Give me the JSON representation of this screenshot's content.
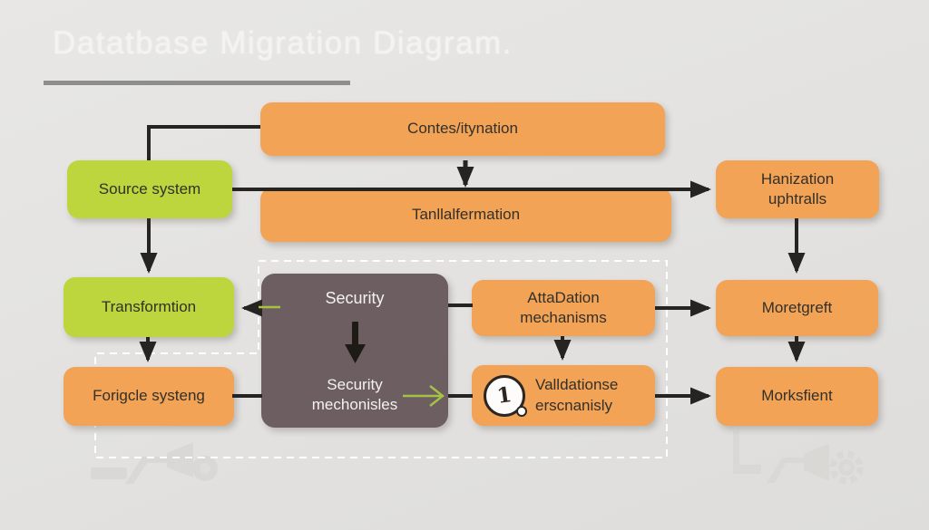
{
  "title": "Datatbase Migration Diagram.",
  "colors": {
    "background_light": "#e8e7e5",
    "background_dark": "#dedddb",
    "orange": "#f2a355",
    "green": "#bdd63e",
    "dark": "#6c5e61",
    "arrow": "#262420",
    "green_arrow": "#a5c245",
    "title_text": "#f4f3f1",
    "underline": "#8e8e8c",
    "box_text": "#33302a",
    "dark_box_text": "#f4f2ef",
    "dashed": "#ffffff",
    "watermark": "#d9d8d5"
  },
  "nodes": {
    "contes": {
      "label": "Contes/itynation"
    },
    "tanlla": {
      "label": "Tanllalfermation"
    },
    "source": {
      "label": "Source system"
    },
    "hanization": {
      "label": "Hanization uphtralls"
    },
    "transform": {
      "label": "Transformtion"
    },
    "security": {
      "title": "Security",
      "subtitle": "Security mechonisles"
    },
    "attadation": {
      "label": "AttaDation mechanisms"
    },
    "moretgreft": {
      "label": "Moretgreft"
    },
    "forigcle": {
      "label": "Forigcle systeng"
    },
    "valldationse": {
      "label": "Valldationse erscnanisly",
      "badge_glyph": "1"
    },
    "morksfient": {
      "label": "Morksfient"
    }
  },
  "icons": {
    "validation_badge": "number-1-speech-badge",
    "watermark_left": "security-camera",
    "watermark_right": "security-camera-gear"
  }
}
